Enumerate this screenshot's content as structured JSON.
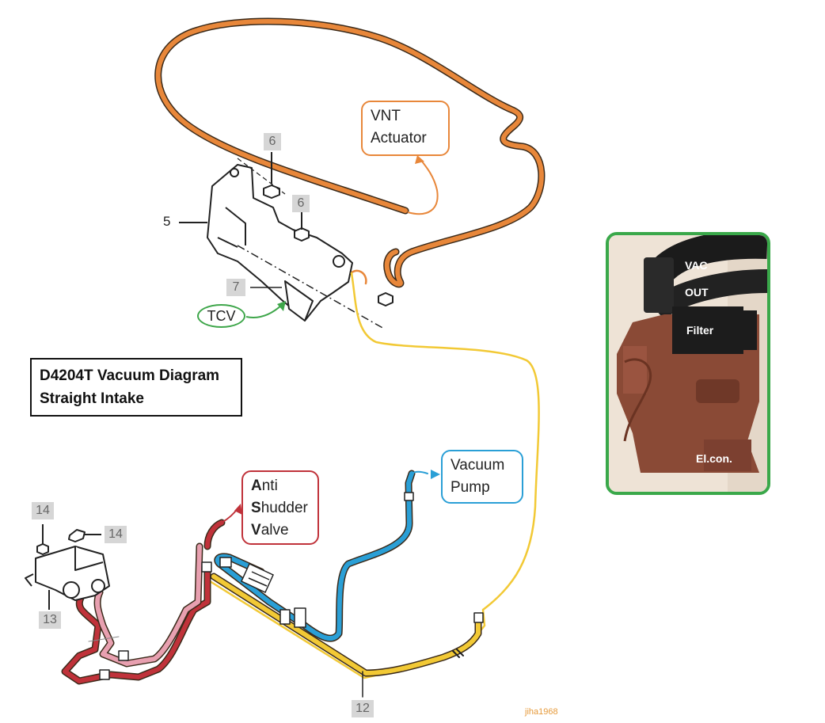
{
  "title": {
    "line1": "D4204T Vacuum Diagram",
    "line2": "Straight Intake"
  },
  "callouts": {
    "vnt": {
      "line1": "VNT",
      "line2": "Actuator"
    },
    "vacuum_pump": {
      "line1": "Vacuum",
      "line2": "Pump"
    },
    "asv": {
      "l1_initial": "A",
      "l1_rest": "nti",
      "l2_initial": "S",
      "l2_rest": "hudder",
      "l3_initial": "V",
      "l3_rest": "alve"
    },
    "tcv": "TCV"
  },
  "part_numbers": {
    "n5": "5",
    "n6a": "6",
    "n6b": "6",
    "n7": "7",
    "n12": "12",
    "n13": "13",
    "n14a": "14",
    "n14b": "14"
  },
  "photo": {
    "labels": {
      "vac": "VAC",
      "out": "OUT",
      "filter": "Filter",
      "elcon": "El.con."
    }
  },
  "signature": "jiha1968",
  "colors": {
    "vnt_hose": "#e8873a",
    "pump_hose": "#2a9fd6",
    "asv_hose": "#c0323a",
    "asv_hose_light": "#e8a0b0",
    "tcv_hose": "#f2c935",
    "tcv_callout": "#3ea64a",
    "photo_frame": "#3aa84a"
  }
}
